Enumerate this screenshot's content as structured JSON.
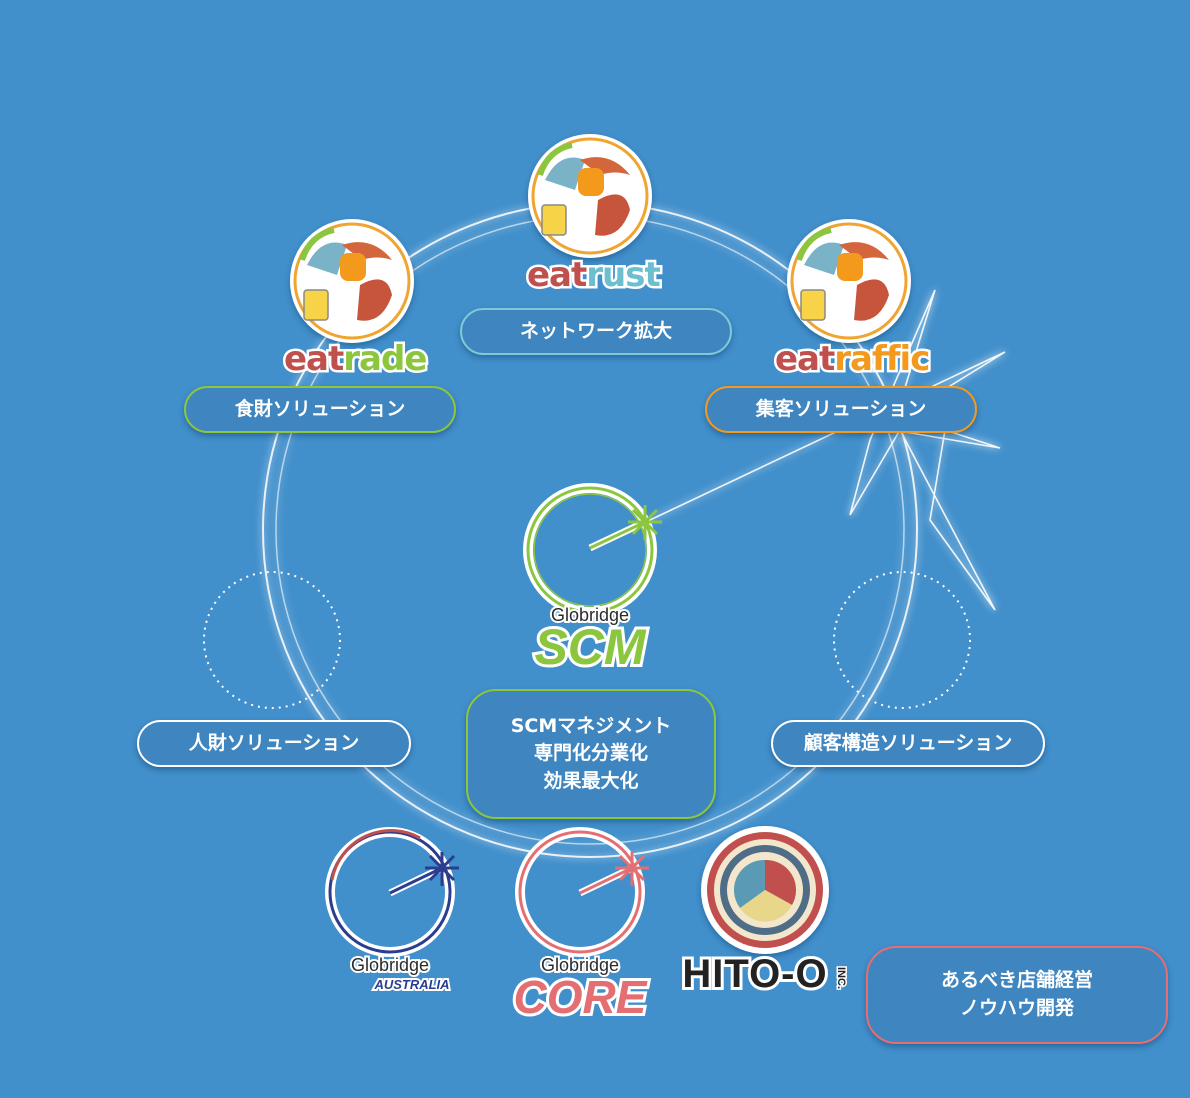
{
  "brands": {
    "eatrust": {
      "part1": "eat",
      "part2": "rust",
      "color1": "#c0504d",
      "color2": "#6bbfcf"
    },
    "eatrade": {
      "part1": "eat",
      "part2": "rade",
      "color1": "#c0504d",
      "color2": "#8cc63f"
    },
    "eatraffic": {
      "part1": "eat",
      "part2": "raffic",
      "color1": "#c0504d",
      "color2": "#f39a1e"
    },
    "scm": {
      "top": "Globridge",
      "main": "SCM",
      "color": "#8cc63f"
    },
    "australia": {
      "top": "Globridge",
      "sub": "AUSTRALIA",
      "color": "#2b3d8f"
    },
    "core": {
      "top": "Globridge",
      "main": "CORE",
      "color": "#e46f73"
    },
    "hito": {
      "main": "HITO-O",
      "suffix": "INC.",
      "color": "#c0504d"
    }
  },
  "pills": {
    "network": "ネットワーク拡大",
    "food": "食財ソリューション",
    "attract": "集客ソリューション",
    "people": "人財ソリューション",
    "customer": "顧客構造ソリューション",
    "center_line1": "SCMマネジメント",
    "center_line2": "専門化分業化",
    "center_line3": "効果最大化",
    "store_line1": "あるべき店舗経営",
    "store_line2": "ノウハウ開発"
  },
  "colors": {
    "background": "#418fcb",
    "pill_fill": "#3f85bf"
  }
}
